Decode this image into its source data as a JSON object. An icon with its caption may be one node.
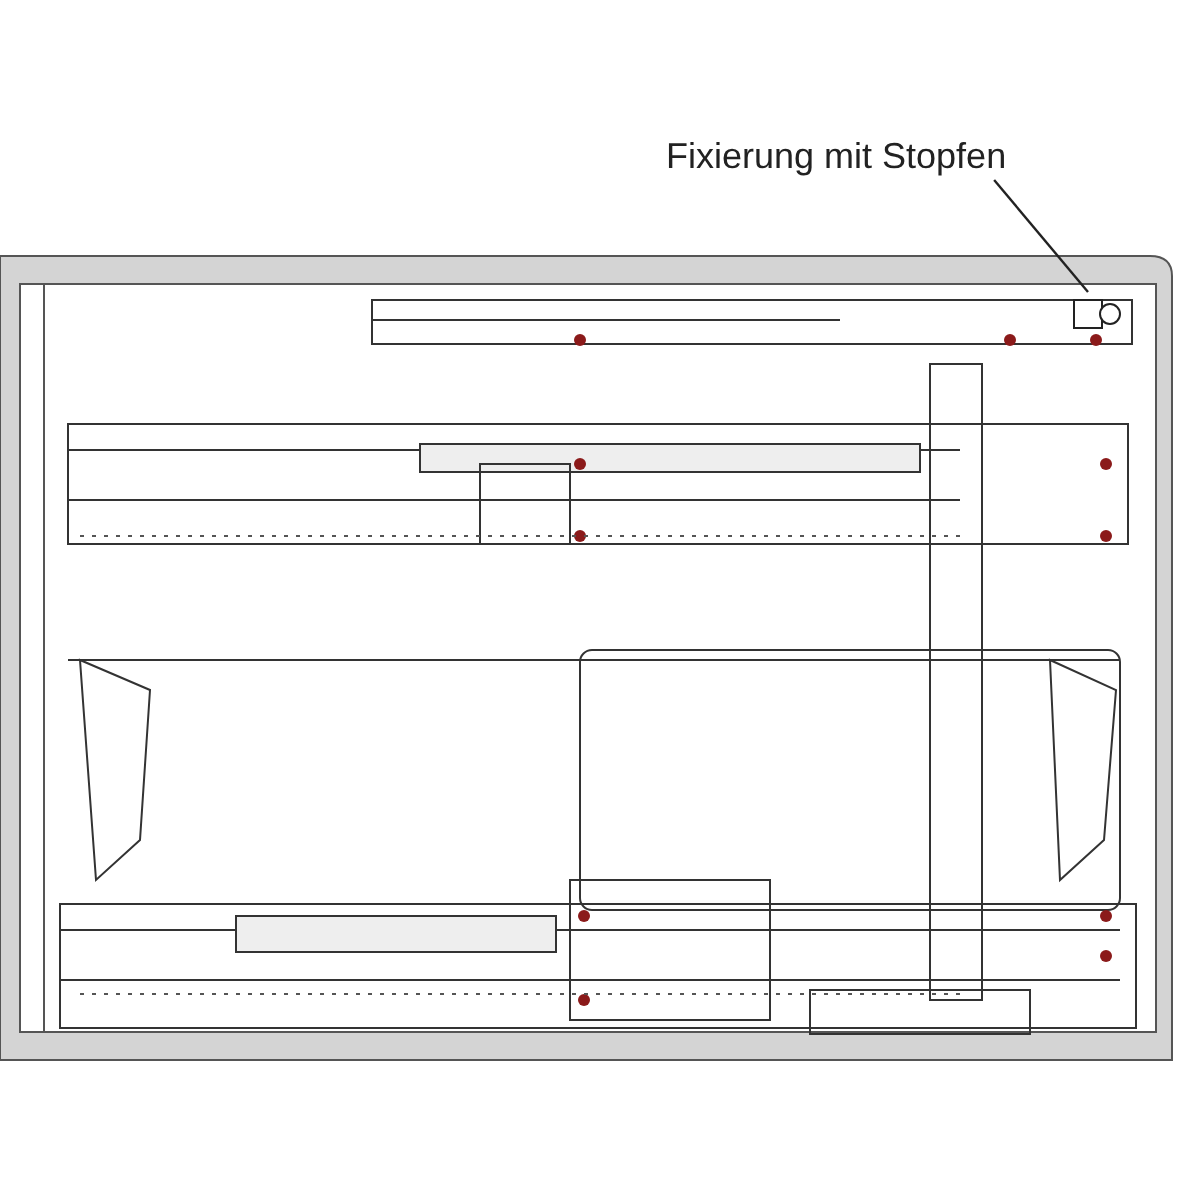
{
  "diagram": {
    "nodes": [
      {
        "text": [
          "Fixierung mit Stopfen"
        ]
      },
      {
        "text": [],
        "shape": "box"
      }
    ],
    "edges": [
      {
        "from": 0,
        "to": 1,
        "arrow": "none"
      }
    ]
  }
}
